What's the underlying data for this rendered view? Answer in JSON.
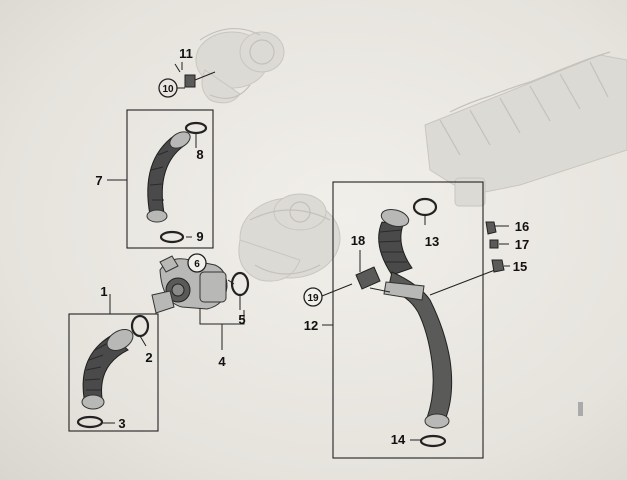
{
  "diagram": {
    "callouts": [
      {
        "id": "c1",
        "text": "1"
      },
      {
        "id": "c2",
        "text": "2"
      },
      {
        "id": "c3",
        "text": "3"
      },
      {
        "id": "c4",
        "text": "4"
      },
      {
        "id": "c5",
        "text": "5"
      },
      {
        "id": "c6",
        "text": "6"
      },
      {
        "id": "c7",
        "text": "7"
      },
      {
        "id": "c8",
        "text": "8"
      },
      {
        "id": "c9",
        "text": "9"
      },
      {
        "id": "c10",
        "text": "10"
      },
      {
        "id": "c11",
        "text": "11"
      },
      {
        "id": "c12",
        "text": "12"
      },
      {
        "id": "c13",
        "text": "13"
      },
      {
        "id": "c14",
        "text": "14"
      },
      {
        "id": "c15",
        "text": "15"
      },
      {
        "id": "c16",
        "text": "16"
      },
      {
        "id": "c17",
        "text": "17"
      },
      {
        "id": "c18",
        "text": "18"
      },
      {
        "id": "c19",
        "text": "19"
      }
    ]
  },
  "colors": {
    "background": "#e9e6e0",
    "line": "#222222",
    "ghost_parts": "#dcdad4",
    "hose": "#4a4a4a"
  }
}
